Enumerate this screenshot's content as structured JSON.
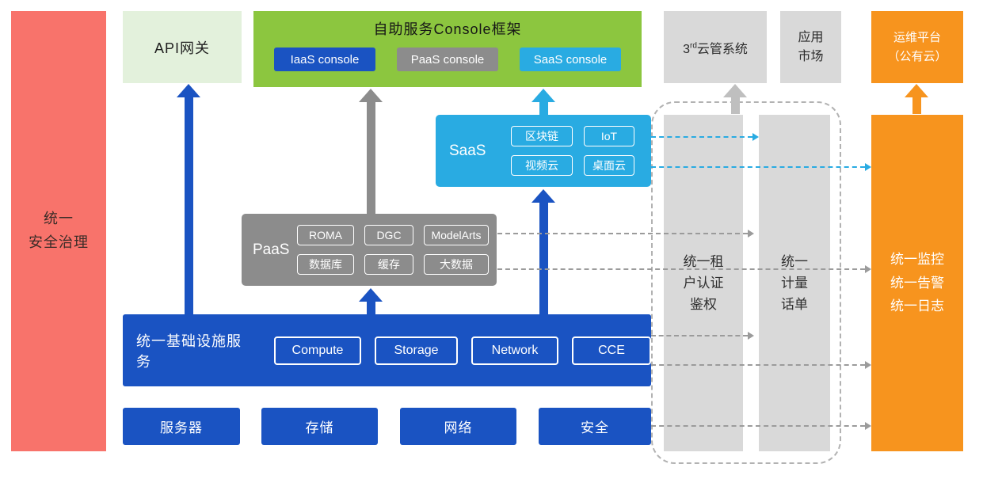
{
  "colors": {
    "red": "#F8736B",
    "light_green": "#E3F1DC",
    "green": "#8CC63F",
    "blue": "#1A53C2",
    "gray": "#8C8C8C",
    "light_gray": "#D9D9D9",
    "light_blue": "#29ABE2",
    "orange": "#F7941E"
  },
  "security_bar": {
    "label": "统一\n安全治理"
  },
  "api_gateway": {
    "label": "API网关"
  },
  "console_frame": {
    "title": "自助服务Console框架",
    "buttons": [
      {
        "label": "IaaS console"
      },
      {
        "label": "PaaS console"
      },
      {
        "label": "SaaS console"
      }
    ]
  },
  "third_party_cloud": {
    "prefix": "3",
    "sup": "rd",
    "suffix": "云管系统"
  },
  "app_market": {
    "label": "应用\n市场"
  },
  "ops_platform": {
    "label": "运维平台\n（公有云）"
  },
  "saas": {
    "label": "SaaS",
    "chips": [
      "区块链",
      "IoT",
      "视频云",
      "桌面云"
    ]
  },
  "paas": {
    "label": "PaaS",
    "chips": [
      "ROMA",
      "DGC",
      "ModelArts",
      "数据库",
      "缓存",
      "大数据"
    ]
  },
  "iaas": {
    "label": "统一基础设施服务",
    "chips": [
      "Compute",
      "Storage",
      "Network",
      "CCE"
    ]
  },
  "hardware": {
    "items": [
      "服务器",
      "存储",
      "网络",
      "安全"
    ]
  },
  "tenant_auth": {
    "label": "统一租\n户认证\n鉴权"
  },
  "metering": {
    "label": "统一\n计量\n话单"
  },
  "monitoring": {
    "label": "统一监控\n统一告警\n统一日志"
  },
  "arrows": {
    "solid_up": [
      "iaas-to-api-gateway",
      "paas-to-console",
      "iaas-to-paas",
      "saas-to-console",
      "iaas-to-saas",
      "to-third-party-cloud",
      "to-ops-platform"
    ],
    "dashed_right": [
      "saas-to-metering",
      "saas-to-monitoring",
      "paas-to-metering",
      "paas-to-monitoring",
      "iaas-to-metering",
      "iaas-to-monitoring",
      "security-hw-to-monitoring"
    ]
  }
}
